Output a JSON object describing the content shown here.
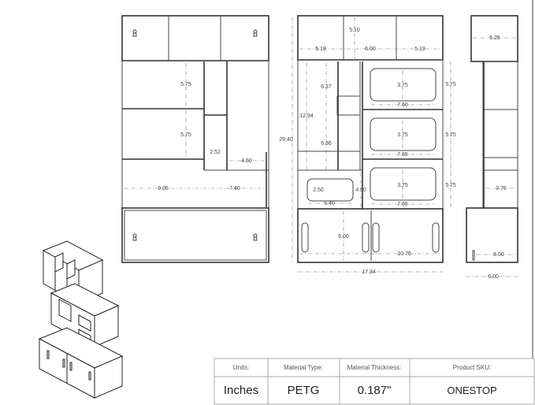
{
  "front_view": {
    "dims": {
      "shelf_upper": "5.75",
      "shelf_lower": "5.75",
      "gap": "2.52",
      "right_height": "4.50",
      "left_width": "9.05",
      "right_width": "7.40"
    },
    "icons": [
      "keyhole-icon"
    ]
  },
  "back_view": {
    "dims": {
      "top_height": "5.10",
      "top_left": "5.19",
      "top_mid": "6.00",
      "top_right": "5.19",
      "col_upper": "6.37",
      "col_total": "12.94",
      "col_lower": "6.36",
      "cut1_h": "3.75",
      "cut1_w": "7.60",
      "cut2_h": "3.75",
      "cut2_w": "7.65",
      "cut3_h": "3.75",
      "cut3_w": "7.65",
      "shelf1": "5.75",
      "shelf2": "5.75",
      "shelf3": "5.75",
      "small_cut_h": "2.50",
      "small_cut_w": "5.40",
      "small_box_h": "4.50",
      "overall_height": "29.40",
      "base_height": "6.00",
      "base_width": "10.76",
      "overall_width": "17.34"
    }
  },
  "side_view": {
    "dims": {
      "top_depth": "5.25",
      "mid_depth": "3.75",
      "base_inner": "5.00",
      "base_depth": "6.00"
    }
  },
  "title_block": {
    "headers": [
      "Units:",
      "Material Type:",
      "Material Thickness:",
      "Product SKU:"
    ],
    "values": [
      "Inches",
      "PETG",
      "0.187\"",
      "ONESTOP"
    ]
  }
}
